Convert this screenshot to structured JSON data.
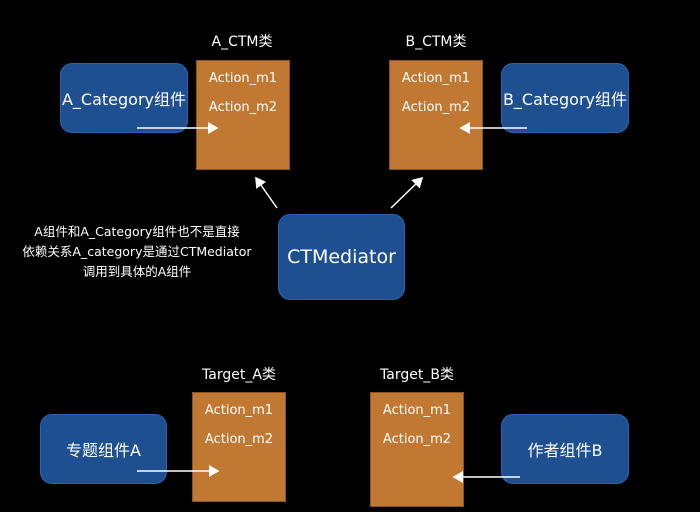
{
  "mediator": {
    "label": "CTMediator"
  },
  "note": {
    "line1": "A组件和A_Category组件也不是直接",
    "line2": "依赖关系A_category是通过CTMediator",
    "line3": "调用到具体的A组件"
  },
  "a_ctm": {
    "title": "A_CTM类",
    "m1": "Action_m1",
    "m2": "Action_m2"
  },
  "b_ctm": {
    "title": "B_CTM类",
    "m1": "Action_m1",
    "m2": "Action_m2"
  },
  "target_a": {
    "title": "Target_A类",
    "m1": "Action_m1",
    "m2": "Action_m2"
  },
  "target_b": {
    "title": "Target_B类",
    "m1": "Action_m1",
    "m2": "Action_m2"
  },
  "a_category": {
    "label": "A_Category组件"
  },
  "b_category": {
    "label": "B_Category组件"
  },
  "component_a": {
    "label": "专题组件A"
  },
  "component_b": {
    "label": "作者组件B"
  },
  "colors": {
    "background": "#000000",
    "component_fill": "#1d4f91",
    "class_fill": "#c07832",
    "arrow": "#ffffff"
  }
}
